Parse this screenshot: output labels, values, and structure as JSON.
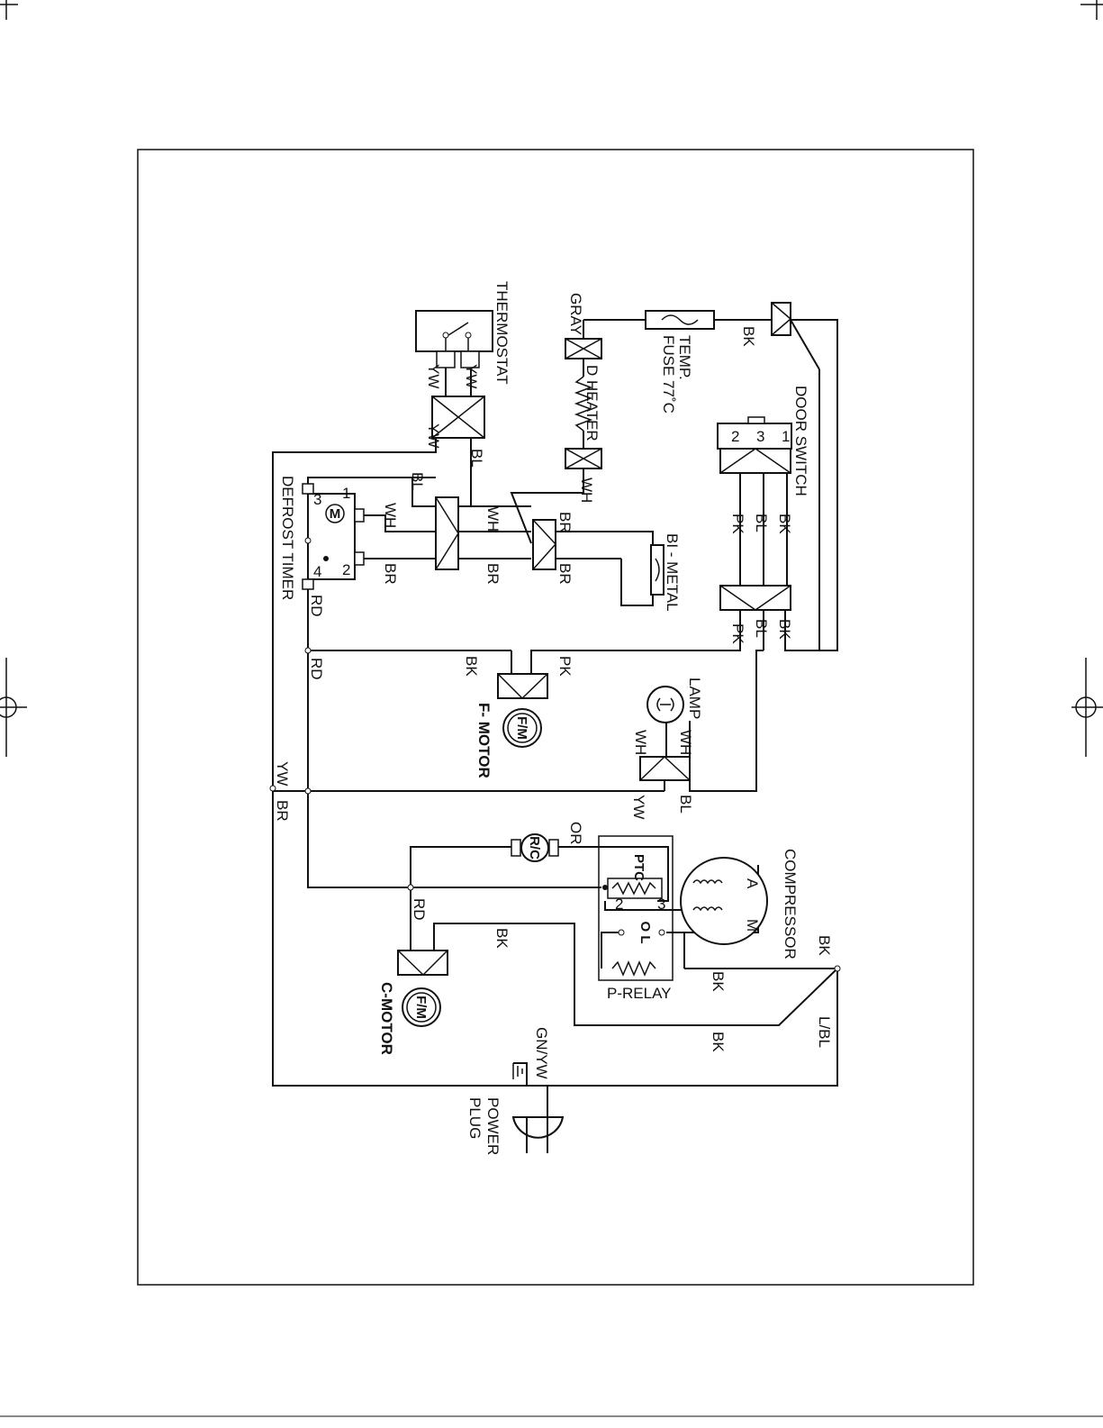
{
  "components": {
    "thermostat": "THERMOSTAT",
    "d_heater": "D HEATER",
    "temp_fuse_line1": "TEMP.",
    "temp_fuse_line2": "FUSE 77˚C",
    "door_switch": "DOOR SWITCH",
    "defrost_timer": "DEFROST TIMER",
    "bi_metal": "BI - METAL",
    "f_motor": "F- MOTOR",
    "lamp": "LAMP",
    "compressor": "COMPRESSOR",
    "p_relay": "P-RELAY",
    "c_motor": "C-MOTOR",
    "power_plug_line1": "POWER",
    "power_plug_line2": "PLUG"
  },
  "symbols": {
    "fm": "F/M",
    "rc": "R/C",
    "ptc": "PTC",
    "ol": "O L",
    "motor": "M",
    "aux": "A",
    "main": "M"
  },
  "pins": {
    "one": "1",
    "two": "2",
    "three": "3",
    "four": "4"
  },
  "wires": {
    "yw": "YW",
    "bl": "BL",
    "wh": "WH",
    "br": "BR",
    "bk": "BK",
    "pk": "PK",
    "rd": "RD",
    "gray": "GRAY",
    "or": "OR",
    "gnyw": "GN/YW",
    "lbl": "L/BL"
  }
}
